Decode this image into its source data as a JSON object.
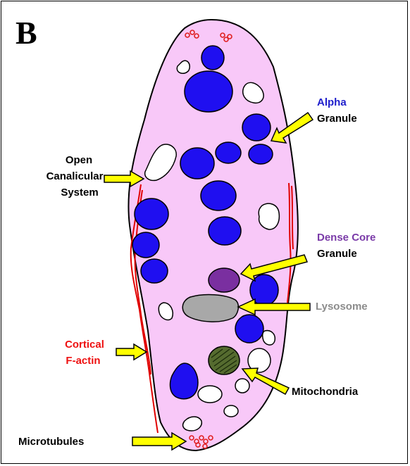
{
  "panel_letter": "B",
  "labels": {
    "alpha": {
      "word": "Alpha",
      "word_color": "#1f1fcc",
      "line2": "Granule"
    },
    "dense": {
      "word": "Dense Core",
      "word_color": "#7a3aa8",
      "line2": "Granule"
    },
    "lysosome": {
      "text": "Lysosome",
      "color": "#8c8c8c"
    },
    "ocs": {
      "lines": [
        "Open",
        "Canalicular",
        "System"
      ]
    },
    "actin": {
      "lines": [
        "Cortical",
        "F-actin"
      ],
      "color": "#ee1111"
    },
    "mito": {
      "text": "Mitochondria"
    },
    "microtubules": {
      "text": "Microtubules"
    }
  },
  "colors": {
    "cytoplasm": "#f8c8f8",
    "alpha_granule": "#1f0ff0",
    "dense_granule": "#7a2fa0",
    "lysosome": "#a8a8a8",
    "mitochondria": "#556b2f",
    "actin": "#e00000",
    "microtubule": "#e02020",
    "arrow": "#ffff00"
  },
  "icons": {
    "arrows": "yellow-arrow-icon"
  }
}
